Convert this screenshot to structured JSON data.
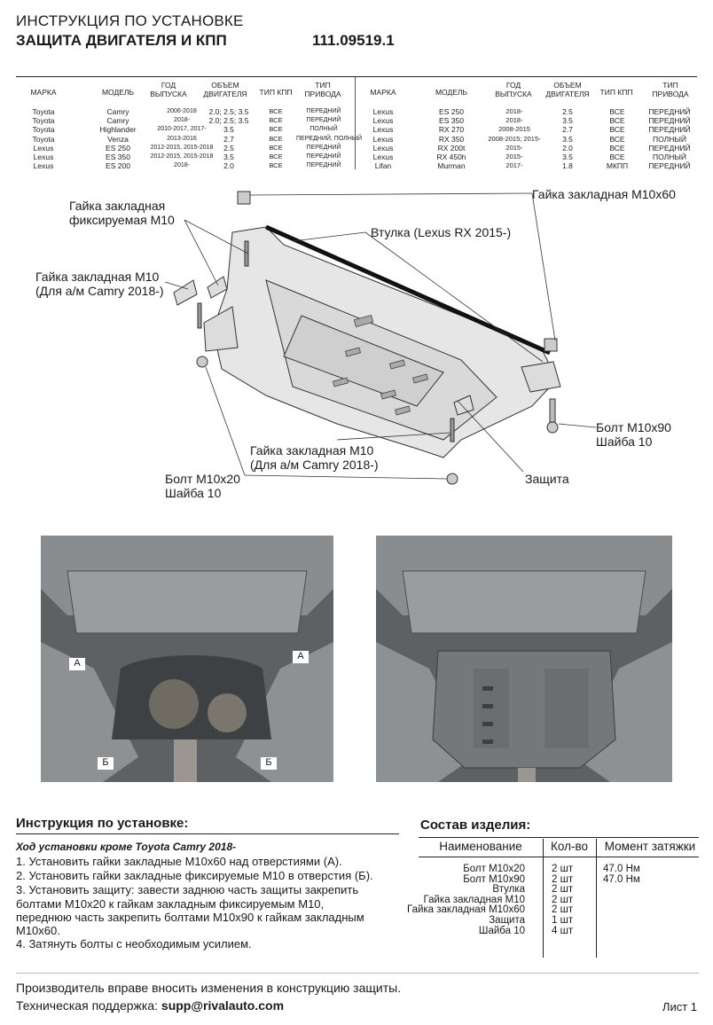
{
  "header": {
    "line1": "ИНСТРУКЦИЯ ПО УСТАНОВКЕ",
    "line2": "ЗАЩИТА ДВИГАТЕЛЯ И КПП",
    "code": "111.09519.1"
  },
  "application_table": {
    "headers": [
      "МАРКА",
      "МОДЕЛЬ",
      "ГОД ВЫПУСКА",
      "ОБЪЕМ ДВИГАТЕЛЯ",
      "ТИП КПП",
      "ТИП ПРИВОДА"
    ],
    "left": {
      "make": [
        "Toyota",
        "Toyota",
        "Toyota",
        "Toyota",
        "Lexus",
        "Lexus",
        "Lexus"
      ],
      "model": [
        "Camry",
        "Camry",
        "Highlander",
        "Venza",
        "ES 250",
        "ES 350",
        "ES 200"
      ],
      "year": [
        "2006-2018",
        "2018-",
        "2010-2017, 2017-",
        "2013-2016",
        "2012-2015, 2015-2018",
        "2012-2015, 2015-2018",
        "2018-"
      ],
      "engine": [
        "2.0; 2.5; 3.5",
        "2.0; 2.5; 3.5",
        "3.5",
        "2.7",
        "2.5",
        "3.5",
        "2.0"
      ],
      "gearbox": [
        "ВСЕ",
        "ВСЕ",
        "ВСЕ",
        "ВСЕ",
        "ВСЕ",
        "ВСЕ",
        "ВСЕ"
      ],
      "drive": [
        "ПЕРЕДНИЙ",
        "ПЕРЕДНИЙ",
        "ПОЛНЫЙ",
        "ПЕРЕДНИЙ, ПОЛНЫЙ",
        "ПЕРЕДНИЙ",
        "ПЕРЕДНИЙ",
        "ПЕРЕДНИЙ"
      ]
    },
    "right": {
      "make": [
        "Lexus",
        "Lexus",
        "Lexus",
        "Lexus",
        "Lexus",
        "Lexus",
        "Lifan"
      ],
      "model": [
        "ES 250",
        "ES 350",
        "RX 270",
        "RX 350",
        "RX 200t",
        "RX 450h",
        "Murman"
      ],
      "year": [
        "2018-",
        "2018-",
        "2008-2015",
        "2008-2015; 2015-",
        "2015-",
        "2015-",
        "2017-"
      ],
      "engine": [
        "2.5",
        "3.5",
        "2.7",
        "3.5",
        "2.0",
        "3.5",
        "1.8"
      ],
      "gearbox": [
        "ВСЕ",
        "ВСЕ",
        "ВСЕ",
        "ВСЕ",
        "ВСЕ",
        "ВСЕ",
        "МКПП"
      ],
      "drive": [
        "ПЕРЕДНИЙ",
        "ПЕРЕДНИЙ",
        "ПЕРЕДНИЙ",
        "ПОЛНЫЙ",
        "ПЕРЕДНИЙ",
        "ПОЛНЫЙ",
        "ПЕРЕДНИЙ"
      ]
    }
  },
  "callouts": {
    "nut_fixed_1": "Гайка закладная",
    "nut_fixed_2": "фиксируемая М10",
    "nut_m10_1": "Гайка закладная М10",
    "nut_m10_2": "(Для а/м Camry 2018-)",
    "nut_m10x60": "Гайка закладная М10х60",
    "bushing": "Втулка (Lexus RX 2015-)",
    "bolt_m10x90_1": "Болт М10х90",
    "bolt_m10x90_2": "Шайба 10",
    "nut_m10_bottom_1": "Гайка закладная М10",
    "nut_m10_bottom_2": "(Для а/м Camry 2018-)",
    "bolt_m10x20_1": "Болт М10х20",
    "bolt_m10x20_2": "Шайба 10",
    "shield": "Защита"
  },
  "photo_marks": {
    "a": "А",
    "b": "Б"
  },
  "instructions": {
    "title": "Инструкция по установке:",
    "subtitle": "Ход установки кроме Toyota Camry 2018-",
    "steps": [
      "1. Установить гайки закладные М10х60 над отверстиями (А).",
      "2. Установить гайки закладные фиксируемые  М10 в отверстия (Б).",
      "3. Установить защиту: завести заднюю часть защиты закрепить",
      "болтами М10х20 к гайкам закладным фиксируемым М10,",
      "переднюю часть закрепить болтами М10х90 к гайкам закладным",
      "М10х60.",
      "4. Затянуть болты с необходимым усилием."
    ]
  },
  "composition": {
    "title": "Состав изделия:",
    "headers": [
      "Наименование",
      "Кол-во",
      "Момент затяжки"
    ],
    "names": [
      "Болт М10х20",
      "Болт М10х90",
      "Втулка",
      "Гайка закладная М10",
      "Гайка закладная М10х60",
      "Защита",
      "Шайба 10"
    ],
    "qty": [
      "2 шт",
      "2 шт",
      "2 шт",
      "2 шт",
      "2 шт",
      "1 шт",
      "4 шт"
    ],
    "torque": [
      "47.0 Нм",
      "47.0 Нм",
      "",
      "",
      "",
      "",
      ""
    ]
  },
  "footer": {
    "disclaimer": "Производитель вправе вносить изменения в конструкцию защиты.",
    "support_label": "Техническая поддержка: ",
    "support_email": "supp@rivalauto.com",
    "sheet": "Лист 1"
  }
}
